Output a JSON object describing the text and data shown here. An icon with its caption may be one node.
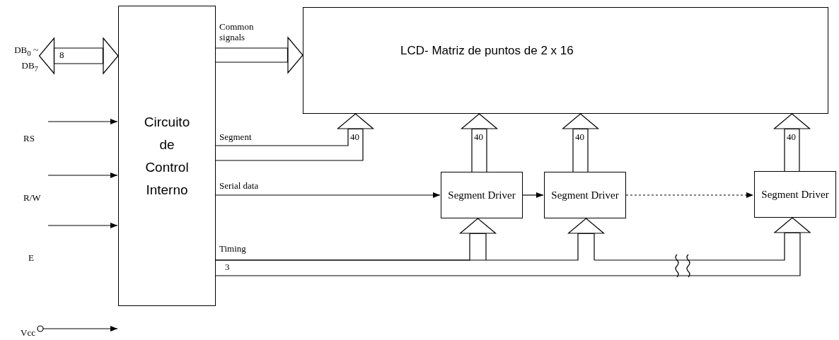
{
  "diagram": {
    "nodes": [
      {
        "text": [
          "DB$_{0}$ ~ DB$_{7}$"
        ]
      },
      {
        "text": [
          "Circuito de Control Interno"
        ]
      },
      {
        "text": [
          "LCD- Matriz de puntos de 2 x 16"
        ]
      },
      {
        "text": [
          "Segment Driver"
        ]
      },
      {
        "text": [
          "Segment Driver"
        ]
      },
      {
        "text": [
          "Segment Driver"
        ]
      },
      {
        "text": [
          "Vcc"
        ]
      }
    ],
    "edges": [
      {
        "from": 0,
        "to": 1,
        "arrow": "both",
        "label": "8"
      },
      {
        "from": 1,
        "to": 2,
        "arrow": "to",
        "label": "Common signals"
      },
      {
        "from": null,
        "to": 1,
        "arrow": "to"
      },
      {
        "from": null,
        "to": 1,
        "arrow": "to"
      },
      {
        "from": null,
        "to": 1,
        "arrow": "to"
      },
      {
        "from": 6,
        "to": null,
        "arrow": "to"
      },
      {
        "from": 1,
        "to": 2,
        "arrow": "to",
        "label": "Segment"
      },
      {
        "from": 1,
        "to": 3,
        "arrow": "to",
        "label": "Serial data"
      },
      {
        "from": 3,
        "to": 4,
        "arrow": "to"
      },
      {
        "from": 4,
        "to": 5,
        "arrow": "to",
        "style": "dashed"
      },
      {
        "from": 3,
        "to": 2,
        "arrow": "to",
        "label": "40"
      },
      {
        "from": 4,
        "to": 2,
        "arrow": "to",
        "label": "40"
      },
      {
        "from": 5,
        "to": 2,
        "arrow": "to",
        "label": "40"
      },
      {
        "from": 1,
        "to": 3,
        "arrow": "to",
        "label": "Timing"
      },
      {
        "from": 1,
        "to": 4,
        "arrow": "to"
      },
      {
        "from": 1,
        "to": 5,
        "arrow": "to"
      }
    ],
    "labels": [
      "40",
      "3",
      "RS",
      "R/W",
      "E"
    ]
  }
}
